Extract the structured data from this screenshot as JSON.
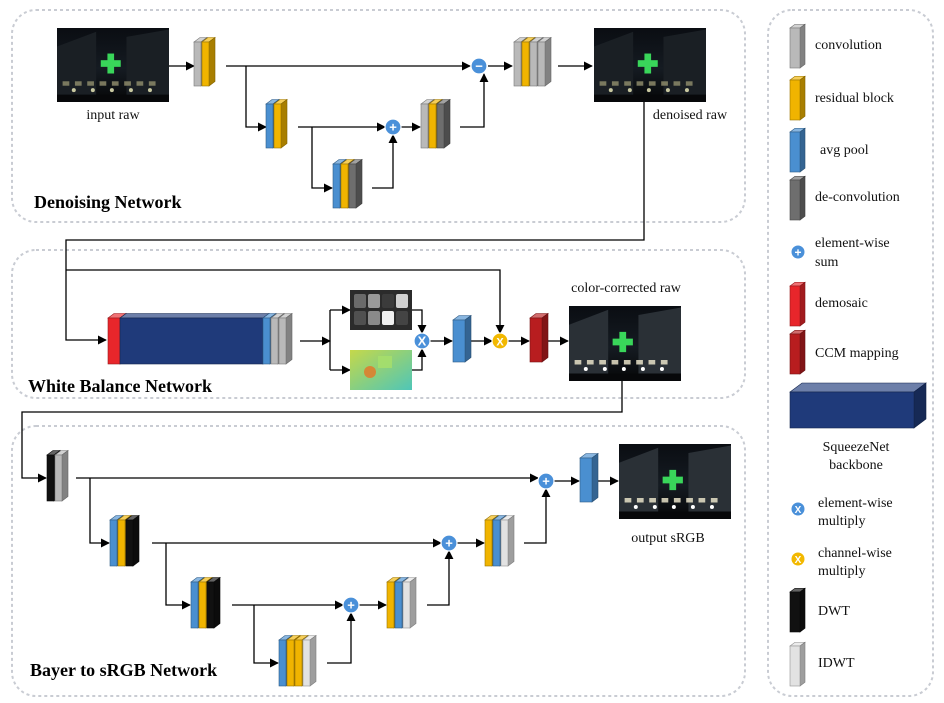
{
  "sections": {
    "denoising": "Denoising Network",
    "white_balance": "White Balance Network",
    "bayer": "Bayer to sRGB Network"
  },
  "image_labels": {
    "input": "input raw",
    "denoised": "denoised raw",
    "color_corrected": "color-corrected raw",
    "output": "output sRGB"
  },
  "op_symbols": {
    "sum": "+",
    "subtract": "−",
    "multiply": "X"
  },
  "legend": {
    "convolution": "convolution",
    "residual": "residual block",
    "avg_pool": "avg pool",
    "deconv": "de-convolution",
    "sum_l1": "element-wise",
    "sum_l2": "sum",
    "demosaic": "demosaic",
    "ccm": "CCM mapping",
    "squeeze_l1": "SqueezeNet",
    "squeeze_l2": "backbone",
    "emul_l1": "element-wise",
    "emul_l2": "multiply",
    "cmul_l1": "channel-wise",
    "cmul_l2": "multiply",
    "dwt": "DWT",
    "idwt": "IDWT"
  },
  "colors": {
    "convolution": "#b9b9b9",
    "residual": "#f0b400",
    "avg_pool": "#4a8fd0",
    "deconv": "#6e6e6e",
    "demosaic": "#e8262b",
    "ccm": "#b81d1f",
    "squeezenet": "#1f3a7a",
    "dwt": "#111111",
    "idwt": "#e2e2e2",
    "sum_circle": "#4a90d9",
    "channel_circle": "#f2b800"
  }
}
